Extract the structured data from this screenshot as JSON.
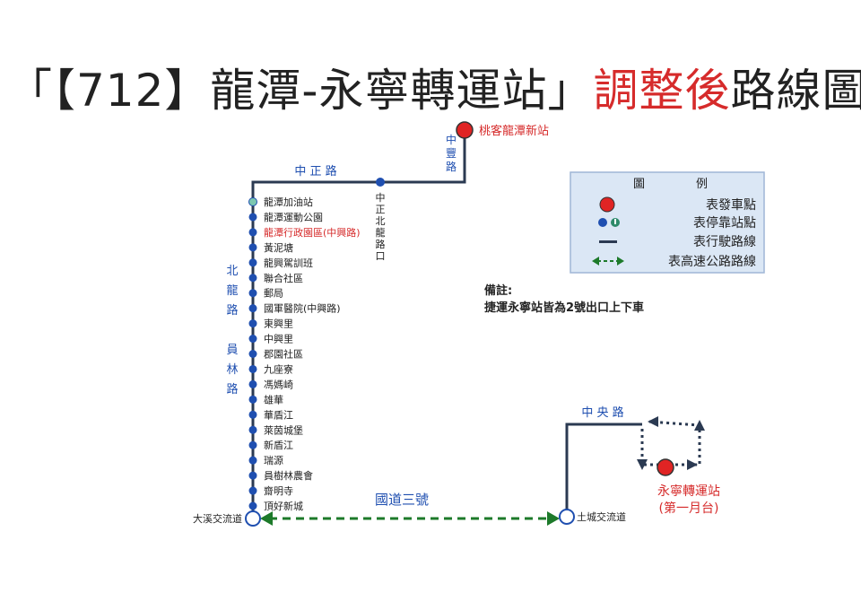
{
  "title": {
    "prefix": "「【712】龍潭-永寧轉運站」",
    "highlight": "調整後",
    "suffix": "路線圖"
  },
  "colors": {
    "route": "#2b3a52",
    "stop": "#1f4fb0",
    "terminal": "#e02424",
    "red_text": "#d62b2b",
    "road_text": "#1f4fb0",
    "highway": "#1d7a2a",
    "legend_bg": "#dbe7f5",
    "legend_border": "#9fb6d6"
  },
  "terminals": {
    "north": "桃客龍潭新站",
    "south_line1": "永寧轉運站",
    "south_line2": "(第一月台)"
  },
  "roads": {
    "zhongzheng": "中 正 路",
    "zhongfeng": [
      "中",
      "豐",
      "路"
    ],
    "beilong_yuanlin": [
      "北",
      "龍",
      "路",
      "",
      "員",
      "林",
      "路"
    ],
    "zhongyang": "中 央 路",
    "freeway": "國道三號"
  },
  "junction_stop": [
    "中",
    "正",
    "北",
    "龍",
    "路",
    "口"
  ],
  "stops": [
    {
      "name": "龍潭加油站",
      "highlight": false,
      "type": "light"
    },
    {
      "name": "龍潭運動公園",
      "highlight": false,
      "type": "stop"
    },
    {
      "name": "龍潭行政園區(中興路)",
      "highlight": true,
      "type": "stop"
    },
    {
      "name": "黃泥塘",
      "highlight": false,
      "type": "stop"
    },
    {
      "name": "龍興駕訓班",
      "highlight": false,
      "type": "stop"
    },
    {
      "name": "聯合社區",
      "highlight": false,
      "type": "stop"
    },
    {
      "name": "郵局",
      "highlight": false,
      "type": "stop"
    },
    {
      "name": "國軍醫院(中興路)",
      "highlight": false,
      "type": "stop"
    },
    {
      "name": "東興里",
      "highlight": false,
      "type": "stop"
    },
    {
      "name": "中興里",
      "highlight": false,
      "type": "stop"
    },
    {
      "name": "郡園社區",
      "highlight": false,
      "type": "stop"
    },
    {
      "name": "九座寮",
      "highlight": false,
      "type": "stop"
    },
    {
      "name": "馮媽崎",
      "highlight": false,
      "type": "stop"
    },
    {
      "name": "雄華",
      "highlight": false,
      "type": "stop"
    },
    {
      "name": "華盾江",
      "highlight": false,
      "type": "stop"
    },
    {
      "name": "萊茵城堡",
      "highlight": false,
      "type": "stop"
    },
    {
      "name": "新盾江",
      "highlight": false,
      "type": "stop"
    },
    {
      "name": "瑞源",
      "highlight": false,
      "type": "stop"
    },
    {
      "name": "員樹林農會",
      "highlight": false,
      "type": "stop"
    },
    {
      "name": "齋明寺",
      "highlight": false,
      "type": "stop"
    },
    {
      "name": "頂好新城",
      "highlight": false,
      "type": "stop"
    }
  ],
  "interchanges": {
    "daxi": "大溪交流道",
    "tucheng": "土城交流道"
  },
  "legend": {
    "heading_left": "圖",
    "heading_right": "例",
    "items": [
      {
        "icon": "terminal-icon",
        "label": "表發車點"
      },
      {
        "icon": "stop-icon",
        "label": "表停靠站點"
      },
      {
        "icon": "route-line-icon",
        "label": "表行駛路線"
      },
      {
        "icon": "highway-arrow-icon",
        "label": "表高速公路路線"
      }
    ]
  },
  "note": {
    "heading": "備註:",
    "text": "捷運永寧站皆為2號出口上下車"
  }
}
